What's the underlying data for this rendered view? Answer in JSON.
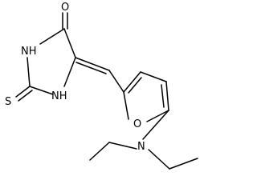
{
  "molecule": {
    "atoms": {
      "oxygen_carbonyl": "O",
      "nh_top": "NH",
      "nh_bottom": "NH",
      "sulfur": "S",
      "oxygen_furan": "O",
      "nitrogen_amine": "N"
    }
  },
  "colors": {
    "bond": "#000000",
    "label": "#000000",
    "background": "#ffffff"
  }
}
